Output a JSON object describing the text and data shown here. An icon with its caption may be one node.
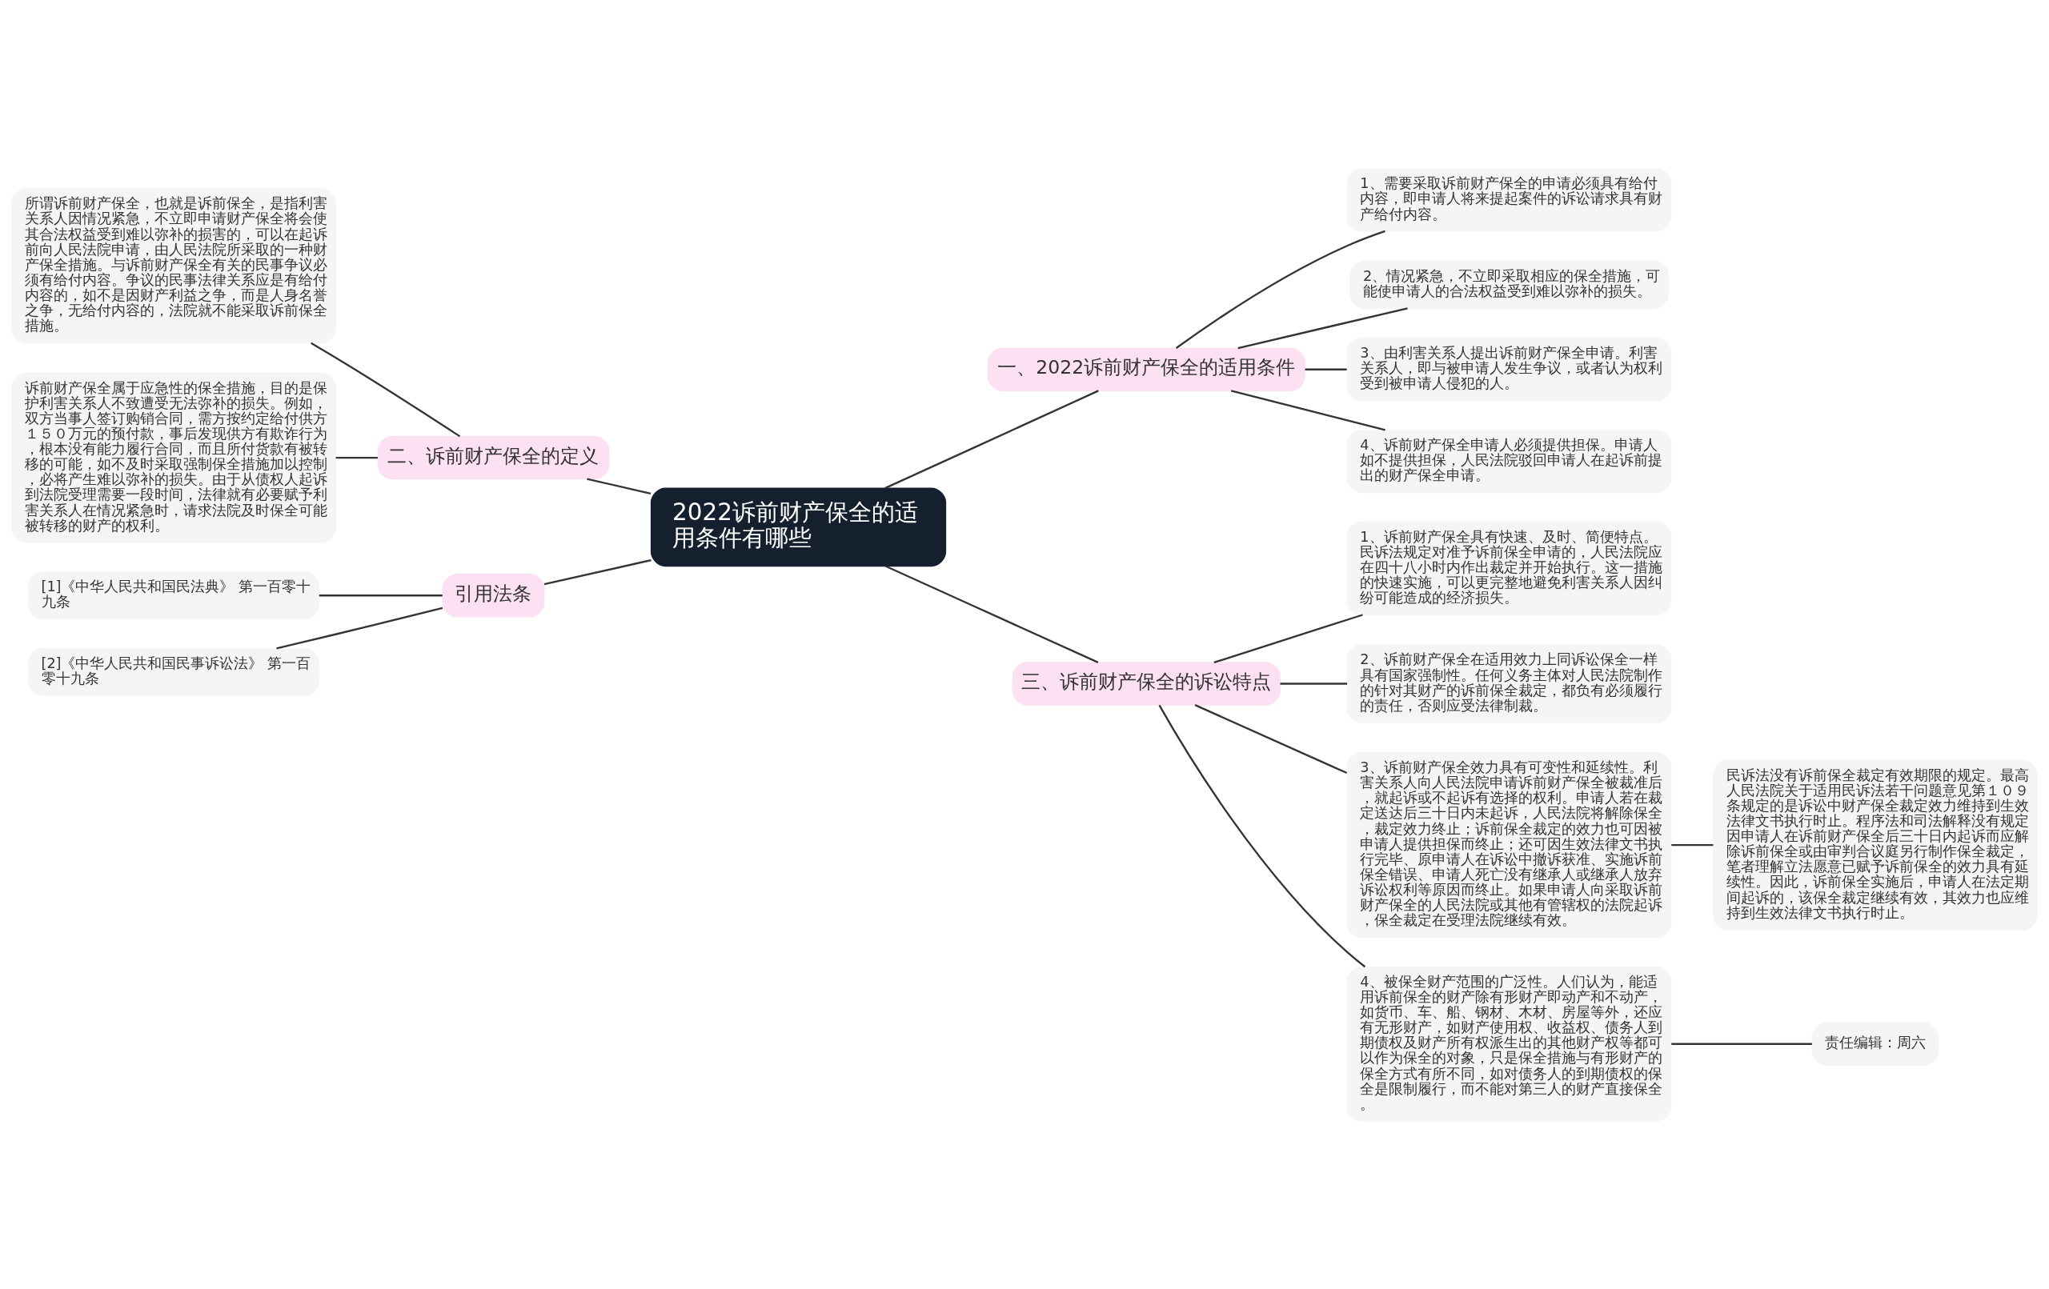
{
  "diagram": {
    "nodes": [
      {
        "text": [
          "2022诉前财产保全的适用条件有哪些"
        ]
      },
      {
        "text": [
          "二、诉前财产保全的定义"
        ]
      },
      {
        "text": [
          "所谓诉前财产保全，也就是诉前保全，是指利害关系人因情况紧急，不立即申请财产保全将会使其合法权益受到难以弥补的损害的，可以在起诉前向人民法院申请，由人民法院所采取的一种财产保全措施。与诉前财产保全有关的民事争议必须有给付内容。争议的民事法律关系应是有给付内容的，如不是因财产利益之争，而是人身名誉之争，无给付内容的，法院就不能采取诉前保全措施。"
        ]
      },
      {
        "text": [
          "诉前财产保全属于应急性的保全措施，目的是保护利害关系人不致遭受无法弥补的损失。例如，双方当事人签订购销合同，需方按约定给付供方１５０万元的预付款，事后发现供方有欺诈行为，根本没有能力履行合同，而且所付货款有被转移的可能，如不及时采取强制保全措施加以控制，必将产生难以弥补的损失。由于从债权人起诉到法院受理需要一段时间，法律就有必要赋予利害关系人在情况紧急时，请求法院及时保全可能被转移的财产的权利。"
        ]
      },
      {
        "text": [
          "引用法条"
        ]
      },
      {
        "text": [
          "[1]《中华人民共和国民法典》 第一百零十九条"
        ]
      },
      {
        "text": [
          "[2]《中华人民共和国民事诉讼法》 第一百零十九条"
        ]
      },
      {
        "text": [
          "一、2022诉前财产保全的适用条件"
        ]
      },
      {
        "text": [
          "1、需要采取诉前财产保全的申请必须具有给付内容，即申请人将来提起案件的诉讼请求具有财产给付内容。"
        ]
      },
      {
        "text": [
          "2、情况紧急，不立即采取相应的保全措施，可能使申请人的合法权益受到难以弥补的损失。"
        ]
      },
      {
        "text": [
          "3、由利害关系人提出诉前财产保全申请。利害关系人，即与被申请人发生争议，或者认为权利受到被申请人侵犯的人。"
        ]
      },
      {
        "text": [
          "4、诉前财产保全申请人必须提供担保。申请人如不提供担保，人民法院驳回申请人在起诉前提出的财产保全申请。"
        ]
      },
      {
        "text": [
          "三、诉前财产保全的诉讼特点"
        ]
      },
      {
        "text": [
          "1、诉前财产保全具有快速、及时、简便特点。民诉法规定对准予诉前保全申请的，人民法院应在四十八小时内作出裁定并开始执行。这一措施的快速实施，可以更完整地避免利害关系人因纠纷可能造成的经济损失。"
        ]
      },
      {
        "text": [
          "2、诉前财产保全在适用效力上同诉讼保全一样具有国家强制性。任何义务主体对人民法院制作的针对其财产的诉前保全裁定，都负有必须履行的责任，否则应受法律制裁。"
        ]
      },
      {
        "text": [
          "3、诉前财产保全效力具有可变性和延续性。利害关系人向人民法院申请诉前财产保全被裁准后，就起诉或不起诉有选择的权利。申请人若在裁定送达后三十日内未起诉，人民法院将解除保全，裁定效力终止；诉前保全裁定的效力也可因被申请人提供担保而终止；还可因生效法律文书执行完毕、原申请人在诉讼中撤诉获准、实施诉前保全错误、申请人死亡没有继承人或继承人放弃诉讼权利等原因而终止。如果申请人向采取诉前财产保全的人民法院或其他有管辖权的法院起诉，保全裁定在受理法院继续有效。"
        ]
      },
      {
        "text": [
          "4、被保全财产范围的广泛性。人们认为，能适用诉前保全的财产除有形财产即动产和不动产，如货币、车、船、钢材、木材、房屋等外，还应有无形财产，如财产使用权、收益权、债务人到期债权及财产所有权派生出的其他财产权等都可以作为保全的对象，只是保全措施与有形财产的保全方式有所不同，如对债务人的到期债权的保全是限制履行，而不能对第三人的财产直接保全。"
        ]
      },
      {
        "text": [
          "民诉法没有诉前保全裁定有效期限的规定。最高人民法院关于适用民诉法若干问题意见第１０９条规定的是诉讼中财产保全裁定效力维持到生效法律文书执行时止。程序法和司法解释没有规定因申请人在诉前财产保全后三十日内起诉而应解除诉前保全或由审判合议庭另行制作保全裁定，笔者理解立法愿意已赋予诉前保全的效力具有延续性。因此，诉前保全实施后，申请人在法定期间起诉的，该保全裁定继续有效，其效力也应维持到生效法律文书执行时止。"
        ]
      },
      {
        "text": [
          "责任编辑：周六"
        ]
      }
    ],
    "edges": [
      {
        "from": 0,
        "to": 1,
        "arrow": "none"
      },
      {
        "from": 1,
        "to": 2,
        "arrow": "none"
      },
      {
        "from": 1,
        "to": 3,
        "arrow": "none"
      },
      {
        "from": 0,
        "to": 4,
        "arrow": "none"
      },
      {
        "from": 4,
        "to": 5,
        "arrow": "none"
      },
      {
        "from": 4,
        "to": 6,
        "arrow": "none"
      },
      {
        "from": 0,
        "to": 7,
        "arrow": "none"
      },
      {
        "from": 7,
        "to": 8,
        "arrow": "none"
      },
      {
        "from": 7,
        "to": 9,
        "arrow": "none"
      },
      {
        "from": 7,
        "to": 10,
        "arrow": "none"
      },
      {
        "from": 7,
        "to": 11,
        "arrow": "none"
      },
      {
        "from": 0,
        "to": 12,
        "arrow": "none"
      },
      {
        "from": 12,
        "to": 13,
        "arrow": "none"
      },
      {
        "from": 12,
        "to": 14,
        "arrow": "none"
      },
      {
        "from": 12,
        "to": 15,
        "arrow": "none"
      },
      {
        "from": 12,
        "to": 16,
        "arrow": "none"
      },
      {
        "from": 15,
        "to": 17,
        "arrow": "none"
      },
      {
        "from": 16,
        "to": 18,
        "arrow": "none"
      }
    ]
  }
}
